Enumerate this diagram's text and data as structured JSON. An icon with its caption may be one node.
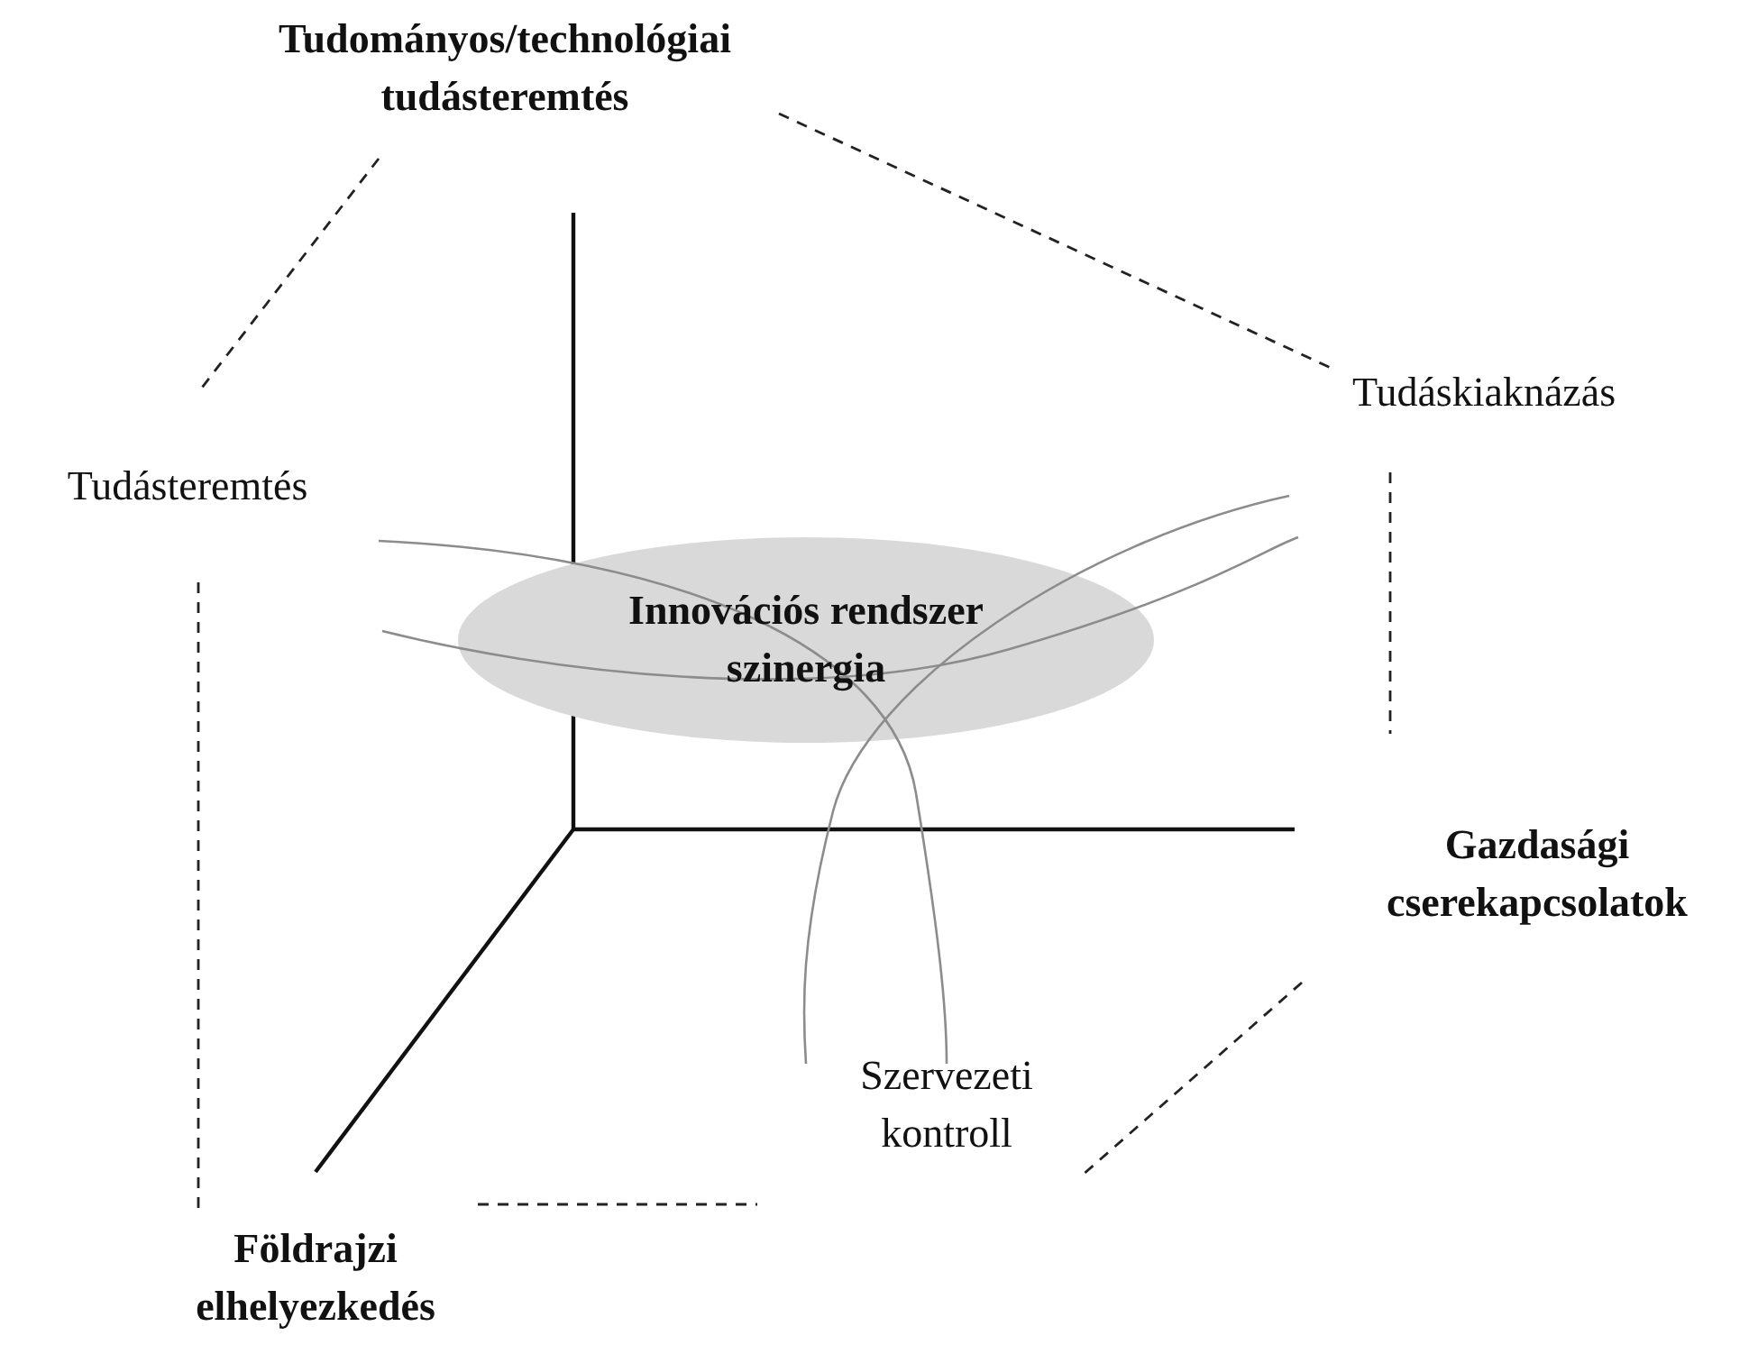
{
  "diagram": {
    "nodes": [
      {
        "text": [
          "Tudományos/technológiai tudásteremtés"
        ]
      },
      {
        "text": [
          "Tudáskiaknázás"
        ]
      },
      {
        "text": [
          "Tudásteremtés"
        ]
      },
      {
        "text": [
          "Innovációs rendszer szinergia"
        ]
      },
      {
        "text": [
          "Gazdasági cserekapcsolatok"
        ]
      },
      {
        "text": [
          "Szervezeti kontroll"
        ]
      },
      {
        "text": [
          "Földrajzi elhelyezkedés"
        ]
      }
    ],
    "edges": [
      {
        "from": 0,
        "to": 2,
        "arrow": "none",
        "style": "dashed"
      },
      {
        "from": 0,
        "to": 1,
        "arrow": "none",
        "style": "dashed"
      },
      {
        "from": 2,
        "to": 6,
        "arrow": "none",
        "style": "dashed"
      },
      {
        "from": 1,
        "to": 4,
        "arrow": "none",
        "style": "dashed"
      },
      {
        "from": 4,
        "to": 5,
        "arrow": "none",
        "style": "dashed"
      },
      {
        "from": 6,
        "to": 5,
        "arrow": "none",
        "style": "dashed"
      }
    ]
  }
}
